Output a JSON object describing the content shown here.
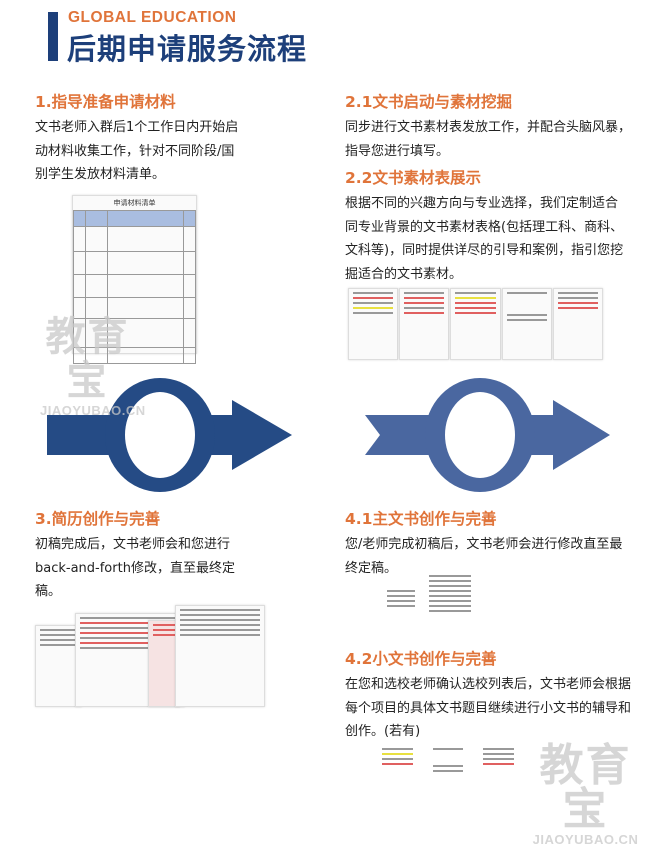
{
  "header": {
    "subtitle": "GLOBAL EDUCATION",
    "title": "后期申请服务流程"
  },
  "steps": [
    {
      "heading": "1.指导准备申请材料",
      "lines": [
        "文书老师入群后1个工作日内开始启",
        "动材料收集工作，针对不同阶段/国",
        "别学生发放材料清单。"
      ]
    },
    {
      "heading": "2.1文书启动与素材挖掘",
      "lines": [
        "同步进行文书素材表发放工作，并配合头脑风暴，",
        "指导您进行填写。"
      ]
    },
    {
      "heading": "2.2文书素材表展示",
      "lines": [
        "根据不同的兴趣方向与专业选择，我们定制适合",
        "同专业背景的文书素材表格(包括理工科、商科、",
        "文科等)，同时提供详尽的引导和案例，指引您挖",
        "掘适合的文书素材。"
      ]
    },
    {
      "heading": "3.简历创作与完善",
      "lines": [
        "初稿完成后，文书老师会和您进行",
        "back-and-forth修改，直至最终定",
        "稿。"
      ]
    },
    {
      "heading": "4.1主文书创作与完善",
      "lines": [
        "您/老师完成初稿后，文书老师会进行修改直至最",
        "终定稿。"
      ]
    },
    {
      "heading": "4.2小文书创作与完善",
      "lines": [
        "在您和选校老师确认选校列表后，文书老师会根据",
        "每个项目的具体文书题目继续进行小文书的辅导和",
        "创作。(若有)"
      ]
    }
  ],
  "material_list_title": "申请材料清单",
  "watermark": {
    "cn": "教育宝",
    "url": "JIAOYUBAO.CN"
  },
  "colors": {
    "navy": "#1d3f7a",
    "orange": "#e0743a",
    "arrow_left": "#254b85",
    "arrow_right": "#4a67a0"
  }
}
